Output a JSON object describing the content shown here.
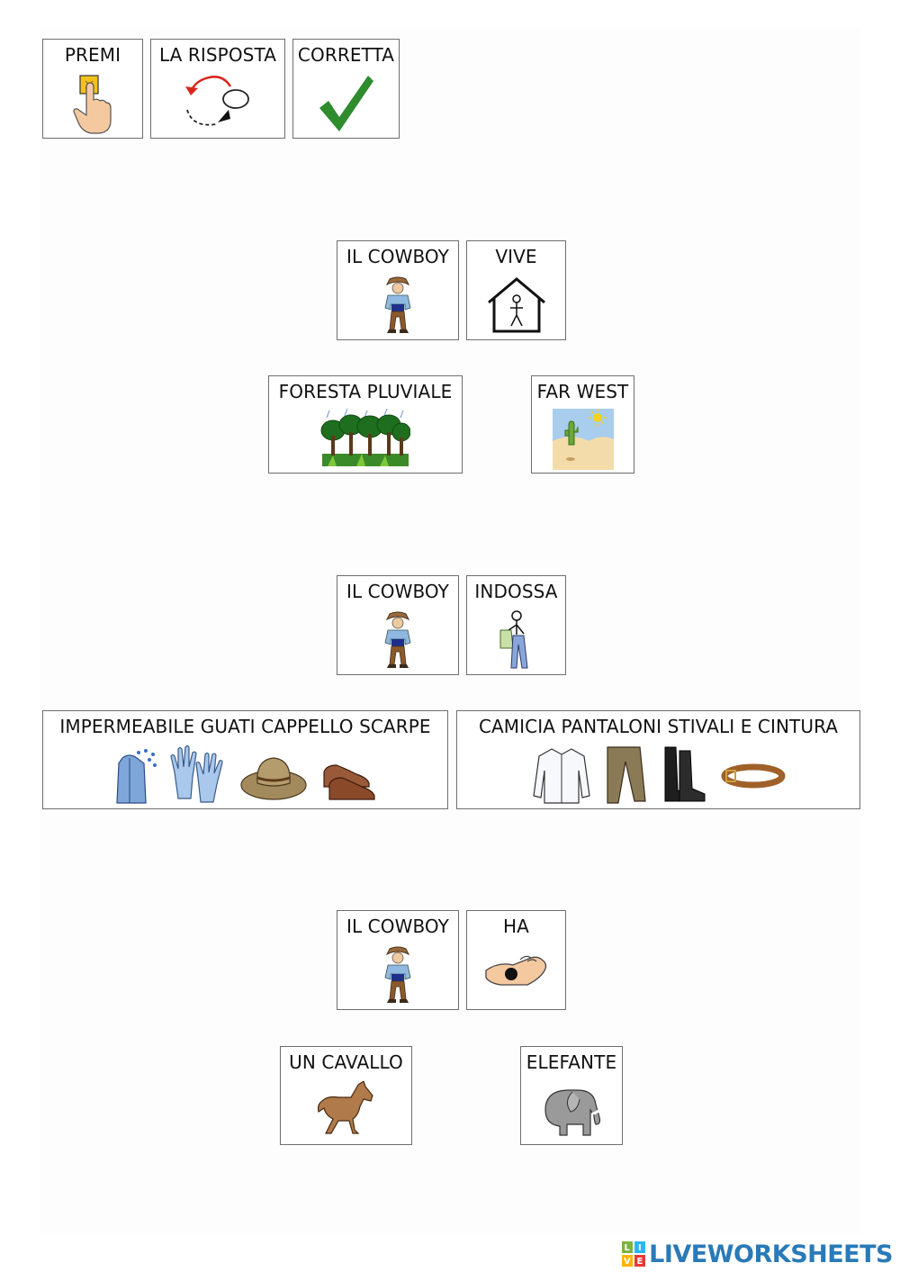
{
  "instructions": {
    "premi": "PREMI",
    "la_risposta": "LA RISPOSTA",
    "corretta": "CORRETTA"
  },
  "questions": [
    {
      "subject": "IL COWBOY",
      "verb": "VIVE",
      "options": [
        "FORESTA PLUVIALE",
        "FAR WEST"
      ]
    },
    {
      "subject": "IL COWBOY",
      "verb": "INDOSSA",
      "options": [
        "IMPERMEABILE GUATI CAPPELLO SCARPE",
        "CAMICIA PANTALONI STIVALI E CINTURA"
      ]
    },
    {
      "subject": "IL COWBOY",
      "verb": "HA",
      "options": [
        "UN CAVALLO",
        "ELEFANTE"
      ]
    }
  ],
  "footer": {
    "brand": "LIVEWORKSHEETS",
    "logo_letters": [
      "L",
      "I",
      "V",
      "E"
    ]
  },
  "colors": {
    "check_green": "#2e8b2e",
    "brand_blue": "#2a7ab8",
    "arrow_red": "#d9261c"
  }
}
